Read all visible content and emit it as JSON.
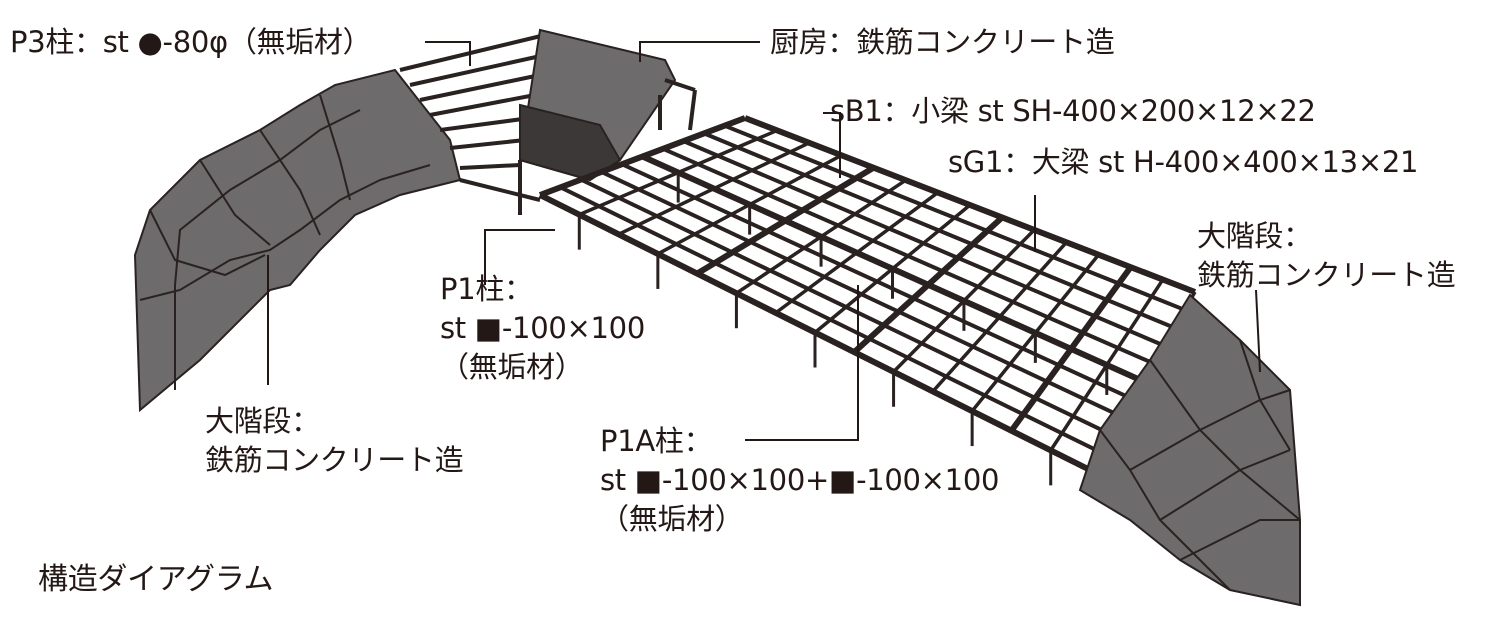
{
  "labels": {
    "p3_column": "P3柱：st ●-80φ（無垢材）",
    "kitchen": "厨房：鉄筋コンクリート造",
    "sb1": "sB1：小梁 st SH-400×200×12×22",
    "sg1": "sG1：大梁 st H-400×400×13×21",
    "stairs_right": [
      "大階段：",
      "鉄筋コンクリート造"
    ],
    "p1_column": [
      "P1柱：",
      "st ■-100×100",
      "（無垢材）"
    ],
    "stairs_left": [
      "大階段：",
      "鉄筋コンクリート造"
    ],
    "p1a_column": [
      "P1A柱：",
      "st ■-100×100+■-100×100",
      "（無垢材）"
    ]
  },
  "caption": "構造ダイアグラム",
  "colors": {
    "concrete": "#6d6b6b",
    "steel": "#2a2220",
    "ink": "#231815"
  }
}
